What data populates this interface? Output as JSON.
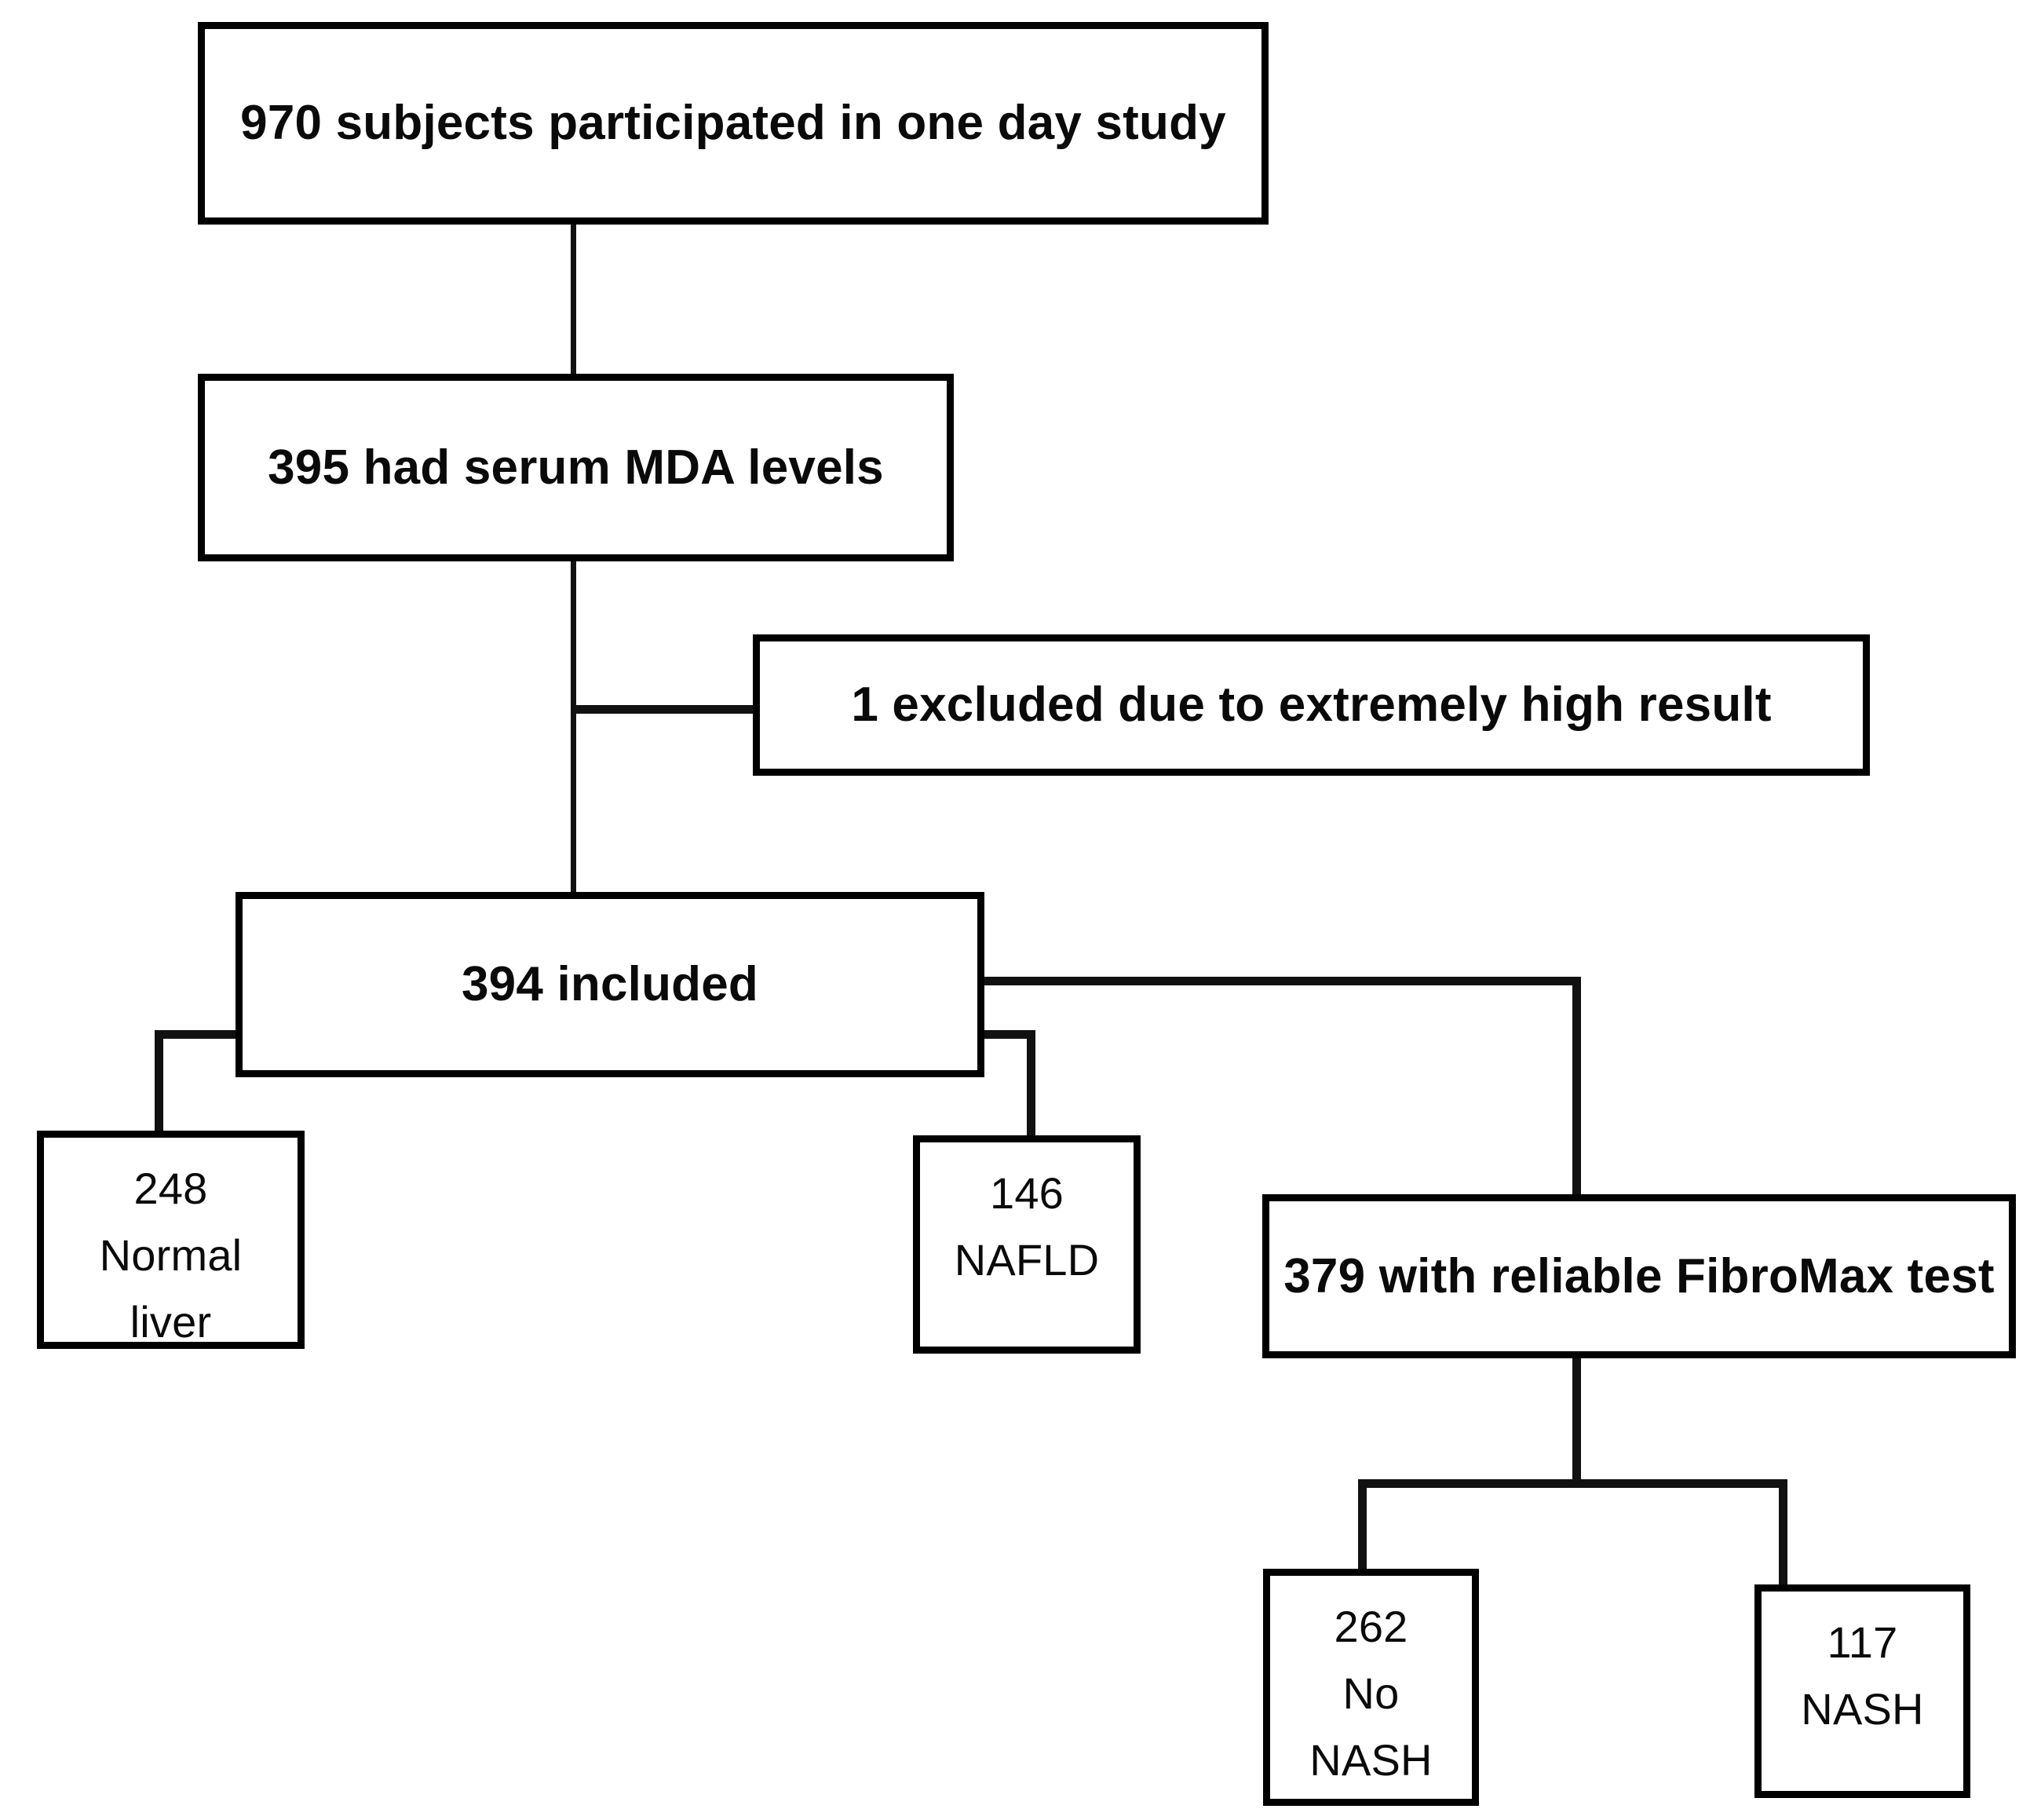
{
  "diagram": {
    "type": "flowchart",
    "title": "Study participant flow",
    "accent_color": "#000000",
    "background_color": "#ffffff",
    "nodes": [
      {
        "id": "n1",
        "name": "total-participants",
        "text": "970 subjects participated in one day study",
        "count": 970
      },
      {
        "id": "n2",
        "name": "serum-mda-levels",
        "text": "395 had serum MDA levels",
        "count": 395
      },
      {
        "id": "n3",
        "name": "excluded-high-result",
        "text": "1 excluded due to extremely high result",
        "count": 1
      },
      {
        "id": "n4",
        "name": "included",
        "text": "394 included",
        "count": 394
      },
      {
        "id": "n5",
        "name": "normal-liver",
        "text": "248\nNormal\nliver",
        "count": 248
      },
      {
        "id": "n6",
        "name": "nafld",
        "text": "146\nNAFLD",
        "count": 146
      },
      {
        "id": "n7",
        "name": "reliable-fibromax-test",
        "text": "379 with reliable FibroMax test",
        "count": 379
      },
      {
        "id": "n8",
        "name": "no-nash",
        "text": "262\nNo\nNASH",
        "count": 262
      },
      {
        "id": "n9",
        "name": "nash",
        "text": "117\nNASH",
        "count": 117
      }
    ],
    "edges": [
      {
        "from": "n1",
        "to": "n2"
      },
      {
        "from": "n2",
        "to": "n3"
      },
      {
        "from": "n2",
        "to": "n4"
      },
      {
        "from": "n4",
        "to": "n5"
      },
      {
        "from": "n4",
        "to": "n6"
      },
      {
        "from": "n4",
        "to": "n7"
      },
      {
        "from": "n7",
        "to": "n8"
      },
      {
        "from": "n7",
        "to": "n9"
      }
    ]
  }
}
